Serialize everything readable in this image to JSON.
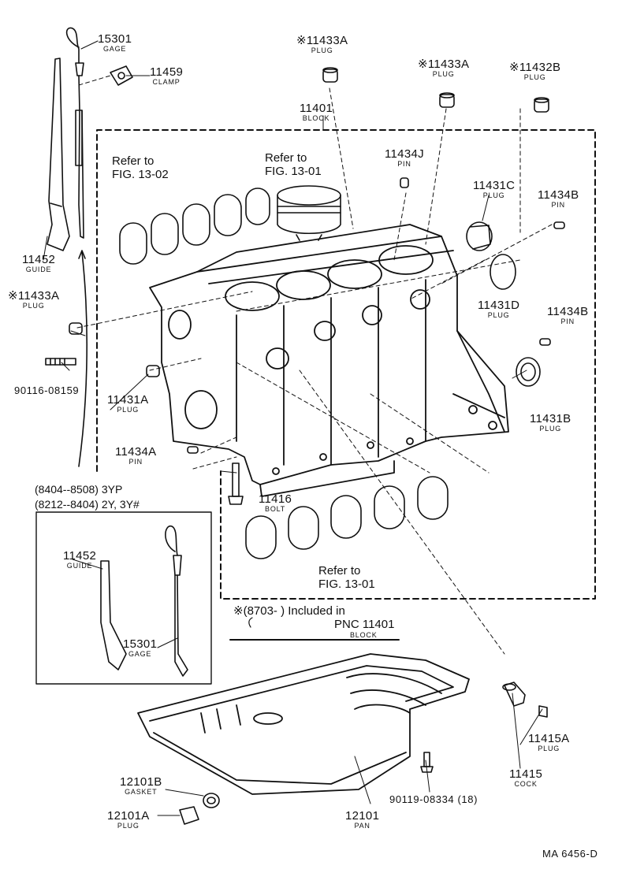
{
  "labels": {
    "gage_15301": {
      "pn": "15301",
      "name": "GAGE"
    },
    "clamp_11459": {
      "pn": "11459",
      "name": "CLAMP"
    },
    "plug_11433a_top": {
      "pn": "※11433A",
      "name": "PLUG"
    },
    "plug_11433a_mid": {
      "pn": "※11433A",
      "name": "PLUG"
    },
    "plug_11432b": {
      "pn": "※11432B",
      "name": "PLUG"
    },
    "block_11401": {
      "pn": "11401",
      "name": "BLOCK"
    },
    "pin_11434j": {
      "pn": "11434J",
      "name": "PIN"
    },
    "plug_11431c": {
      "pn": "11431C",
      "name": "PLUG"
    },
    "pin_11434b_a": {
      "pn": "11434B",
      "name": "PIN"
    },
    "plug_11431d": {
      "pn": "11431D",
      "name": "PLUG"
    },
    "pin_11434b_b": {
      "pn": "11434B",
      "name": "PIN"
    },
    "guide_11452": {
      "pn": "11452",
      "name": "GUIDE"
    },
    "plug_11433a_left": {
      "pn": "※11433A",
      "name": "PLUG"
    },
    "plug_11431a": {
      "pn": "11431A",
      "name": "PLUG"
    },
    "plug_11431b": {
      "pn": "11431B",
      "name": "PLUG"
    },
    "pin_11434a": {
      "pn": "11434A",
      "name": "PIN"
    },
    "bolt_11416": {
      "pn": "11416",
      "name": "BOLT"
    },
    "guide_11452_inset": {
      "pn": "11452",
      "name": "GUIDE"
    },
    "gage_15301_inset": {
      "pn": "15301",
      "name": "GAGE"
    },
    "plug_11415a": {
      "pn": "11415A",
      "name": "PLUG"
    },
    "cock_11415": {
      "pn": "11415",
      "name": "COCK"
    },
    "gasket_12101b": {
      "pn": "12101B",
      "name": "GASKET"
    },
    "plug_12101a": {
      "pn": "12101A",
      "name": "PLUG"
    },
    "pan_12101": {
      "pn": "12101",
      "name": "PAN"
    }
  },
  "stud_code": "90116-08159",
  "bolt_code": "90119-08334 (18)",
  "refs": {
    "r1": [
      "Refer to",
      "FIG. 13-02"
    ],
    "r2": [
      "Refer to",
      "FIG. 13-01"
    ],
    "r3": [
      "Refer to",
      "FIG. 13-01"
    ]
  },
  "inset_header": [
    "(8404--8508) 3YP",
    "(8212--8404) 2Y, 3Y#"
  ],
  "note": {
    "line1": "※(8703-        ) Included in",
    "line2": "PNC 11401",
    "line3": "BLOCK"
  },
  "footer_code": "MA  6456-D"
}
